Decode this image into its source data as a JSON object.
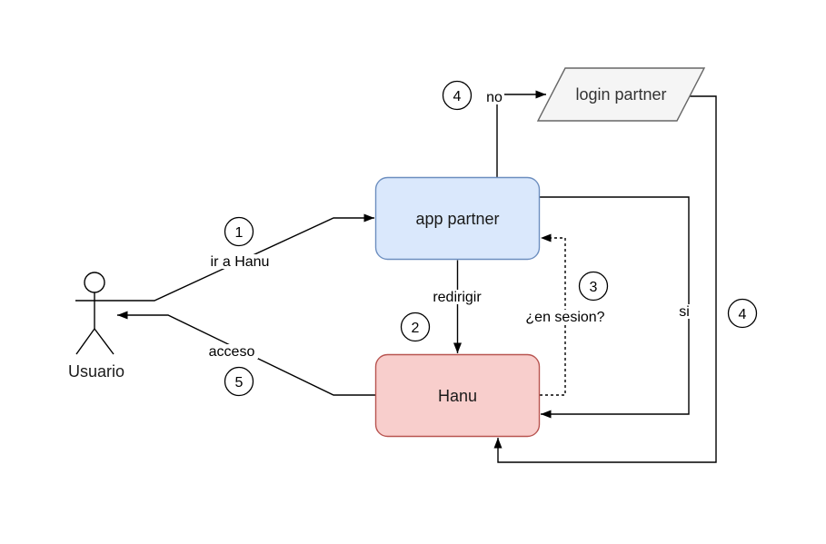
{
  "diagram": {
    "nodes": {
      "usuario": {
        "label": "Usuario"
      },
      "app_partner": {
        "label": "app partner",
        "fill": "#dae8fc",
        "stroke": "#6c8ebf"
      },
      "hanu": {
        "label": "Hanu",
        "fill": "#f8cecc",
        "stroke": "#b85450"
      },
      "login_partner": {
        "label": "login partner",
        "fill": "#f5f5f5",
        "stroke": "#666666"
      }
    },
    "edge_labels": {
      "ir_a_hanu": "ir a Hanu",
      "acceso": "acceso",
      "redirigir": "redirigir",
      "no": "no",
      "si": "si",
      "en_sesion": "¿en sesion?"
    },
    "badges": [
      {
        "value": "1"
      },
      {
        "value": "2"
      },
      {
        "value": "3"
      },
      {
        "value": "4"
      },
      {
        "value": "4"
      },
      {
        "value": "5"
      }
    ],
    "colors": {
      "background": "#ffffff",
      "edge": "#000000",
      "node_text": "#1a1a1a",
      "gray_node_text": "#333333"
    }
  }
}
